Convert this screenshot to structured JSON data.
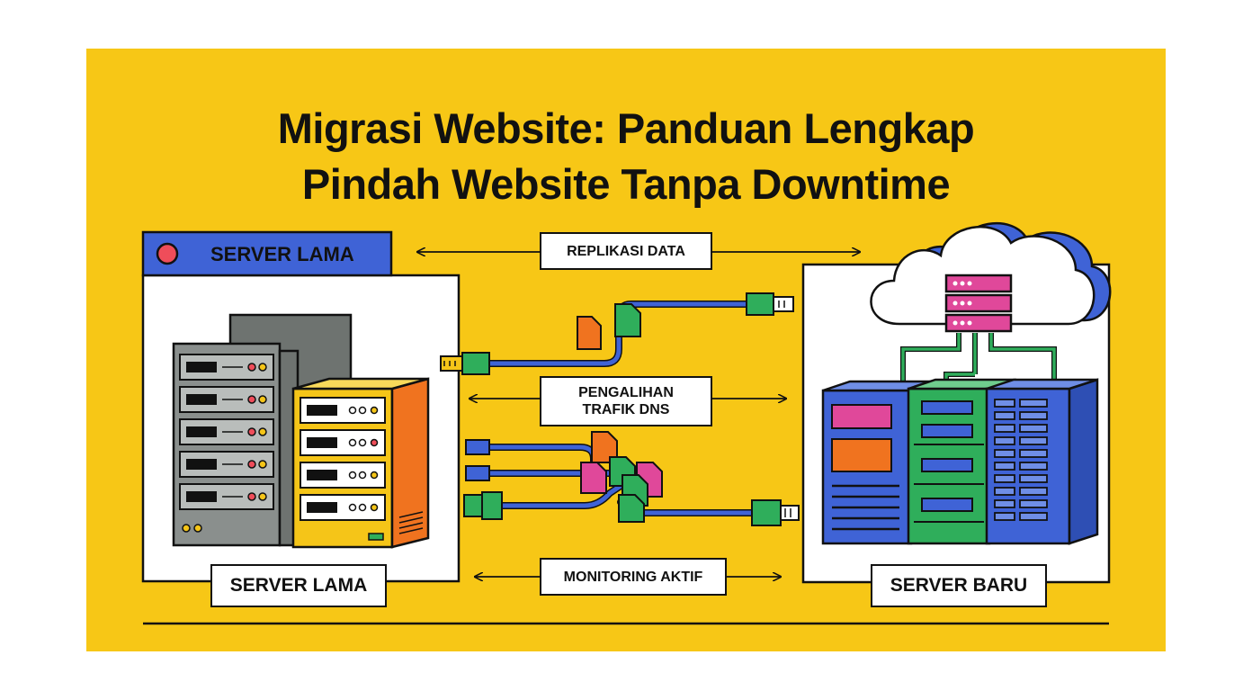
{
  "title": {
    "line1": "Migrasi Website: Panduan Lengkap",
    "line2": "Pindah Website Tanpa Downtime"
  },
  "old_server": {
    "header_label": "SERVER LAMA",
    "caption": "SERVER LAMA"
  },
  "new_server": {
    "caption": "SERVER BARU"
  },
  "flows": {
    "replication": "REPLIKASI DATA",
    "dns_line1": "PENGALIHAN",
    "dns_line2": "TRAFIK DNS",
    "monitoring": "MONITORING AKTIF"
  },
  "colors": {
    "background": "#f7c716",
    "window_bar": "#3f63d6",
    "status_dot": "#ef4d5a",
    "rack_gray": "#8a8f8d",
    "server_yellow": "#f5c518",
    "server_orange": "#f0731f",
    "cable_blue": "#3f63d6",
    "connector_green": "#2fae5b",
    "file_orange": "#f0731f",
    "file_pink": "#e0489a",
    "cloud_blue": "#3f63d6",
    "db_pink": "#e0489a",
    "server_blue": "#3f63d6",
    "server_green": "#2fae5b"
  },
  "icons": [
    "window-dot-icon",
    "server-rack-icon",
    "cloud-icon",
    "database-icon",
    "file-icon",
    "network-plug-icon",
    "double-arrow-icon"
  ]
}
